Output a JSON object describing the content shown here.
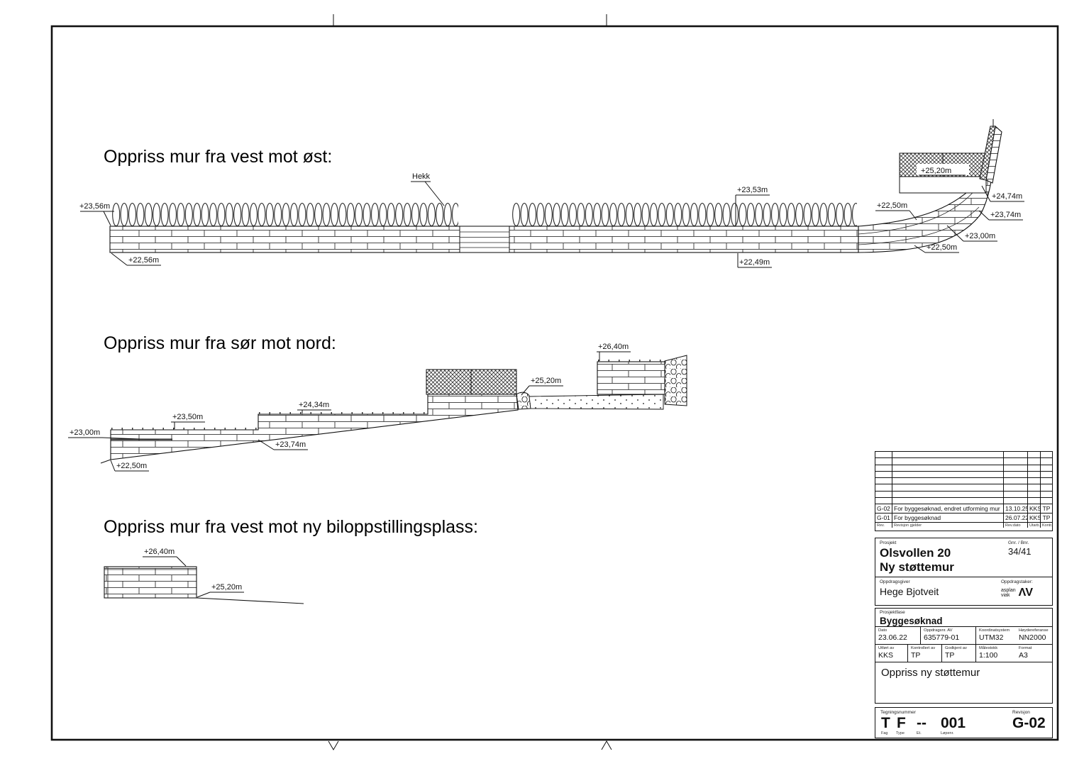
{
  "sheet": {
    "background": "#ffffff",
    "line_color": "#111111"
  },
  "views": {
    "v1": {
      "title": "Oppriss mur fra vest mot øst:",
      "labels": {
        "top_left": "+23,56m",
        "bottom_left": "+22,56m",
        "hedge": "Hekk",
        "top_mid": "+23,53m",
        "bottom_mid": "+22,49m",
        "terrain_upper": "+22,50m",
        "fence": "+25,20m",
        "wall_top": "+24,74m",
        "mid_right": "+23,74m",
        "low_right": "+23,00m",
        "terrain_lower": "+22,50m"
      }
    },
    "v2": {
      "title": "Oppriss mur fra sør mot nord:",
      "labels": {
        "left_top": "+23,00m",
        "left_bottom": "+22,50m",
        "step1": "+23,50m",
        "step2": "+24,34m",
        "terrain": "+23,74m",
        "plateau": "+25,20m",
        "upper_wall": "+26,40m"
      }
    },
    "v3": {
      "title": "Oppriss mur fra vest mot ny biloppstillingsplass:",
      "labels": {
        "wall_top": "+26,40m",
        "ground": "+25,20m"
      }
    }
  },
  "title_block": {
    "revision_table": {
      "header": {
        "rev": "Rev.",
        "desc": "Revisjon gjelder",
        "date": "Rev.dato",
        "by": "Utarb.",
        "ctrl": "Kontr."
      },
      "rows": [
        {
          "rev": "G-02",
          "desc": "For byggesøknad, endret utforming mur",
          "date": "13.10.25",
          "by": "KKS",
          "ctrl": "TP"
        },
        {
          "rev": "G-01",
          "desc": "For byggesøknad",
          "date": "26.07.22",
          "by": "KKS",
          "ctrl": "TP"
        }
      ]
    },
    "project": {
      "label": "Prosjekt",
      "name1": "Olsvollen 20",
      "name2": "Ny støttemur",
      "gnr_label": "Gnr. / Bnr.",
      "gnr": "34/41",
      "client_label": "Oppdragsgiver",
      "client": "Hege Bjotveit",
      "contractor_label": "Oppdragstaker:",
      "logo_line1": "asplan",
      "logo_line2": "viak",
      "logo_glyph": "ΛV"
    },
    "phase": {
      "label": "Prosjektfase",
      "value": "Byggesøknad"
    },
    "meta": {
      "date_label": "Dato",
      "date": "23.06.22",
      "order_label": "Oppdragsnr. AV",
      "order": "635779-01",
      "coord_label": "Koordinatsystem",
      "coord": "UTM32",
      "height_label": "Høydereferanse",
      "height": "NN2000",
      "made_label": "Utført av",
      "made": "KKS",
      "checked_label": "Kontrollert av",
      "checked": "TP",
      "approved_label": "Godkjent av",
      "approved": "TP",
      "scale_label": "Målestokk",
      "scale": "1:100",
      "format_label": "Format",
      "format": "A3"
    },
    "content": "Oppriss ny støttemur",
    "number": {
      "label": "Tegningsnummer",
      "fag": "T",
      "type": "F",
      "et": "--",
      "lopenr": "001",
      "fag_label": "Fag",
      "type_label": "Type",
      "et_label": "Et.",
      "lopenr_label": "Løpenr.",
      "rev_label": "Revisjon",
      "rev": "G-02"
    }
  }
}
